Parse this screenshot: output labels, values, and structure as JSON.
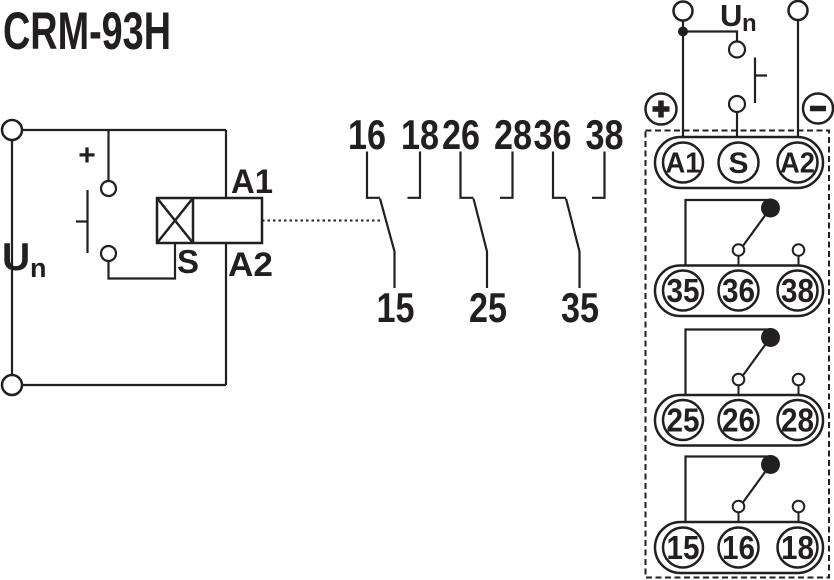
{
  "title": "CRM-93H",
  "colors": {
    "ink": "#231f20",
    "background": "#ffffff"
  },
  "left_circuit": {
    "supply_u": "U",
    "supply_sub": "n",
    "polarity_plus": "+",
    "coil_terminal_a1": "A1",
    "coil_terminal_a2": "A2",
    "coil_terminal_s": "S"
  },
  "poles": [
    {
      "nc": "16",
      "no": "18",
      "common": "15"
    },
    {
      "nc": "26",
      "no": "28",
      "common": "25"
    },
    {
      "nc": "36",
      "no": "38",
      "common": "35"
    }
  ],
  "terminal_panel": {
    "supply_u": "U",
    "supply_sub": "n",
    "polarity_plus": "+",
    "polarity_minus": "−",
    "rows": [
      {
        "left": "A1",
        "mid": "S",
        "right": "A2"
      },
      {
        "left": "35",
        "mid": "36",
        "right": "38"
      },
      {
        "left": "25",
        "mid": "26",
        "right": "28"
      },
      {
        "left": "15",
        "mid": "16",
        "right": "18"
      }
    ]
  }
}
